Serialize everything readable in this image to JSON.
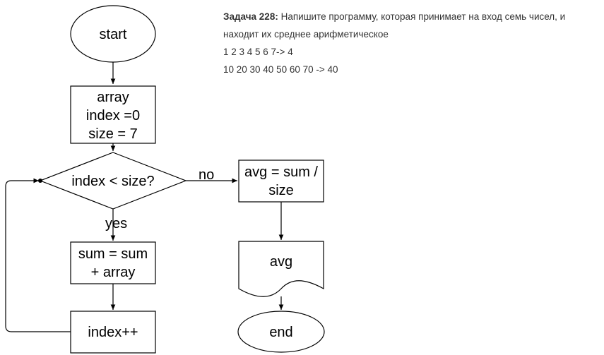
{
  "task": {
    "title": "Задача 228:",
    "text_line1": "Напишите программу, которая принимает на вход семь чисел, и",
    "text_line2": "находит их среднее арифметическое",
    "example1": "1 2 3 4 5 6 7-> 4",
    "example2": "10 20 30 40 50 60 70 -> 40"
  },
  "flowchart": {
    "start": "start",
    "init": [
      "array",
      "index =0",
      "size = 7"
    ],
    "condition": "index < size?",
    "no_label": "no",
    "yes_label": "yes",
    "sum": [
      "sum = sum",
      "+ array"
    ],
    "increment": "index++",
    "avg_calc": [
      "avg = sum /",
      "size"
    ],
    "output": "avg",
    "end": "end"
  }
}
